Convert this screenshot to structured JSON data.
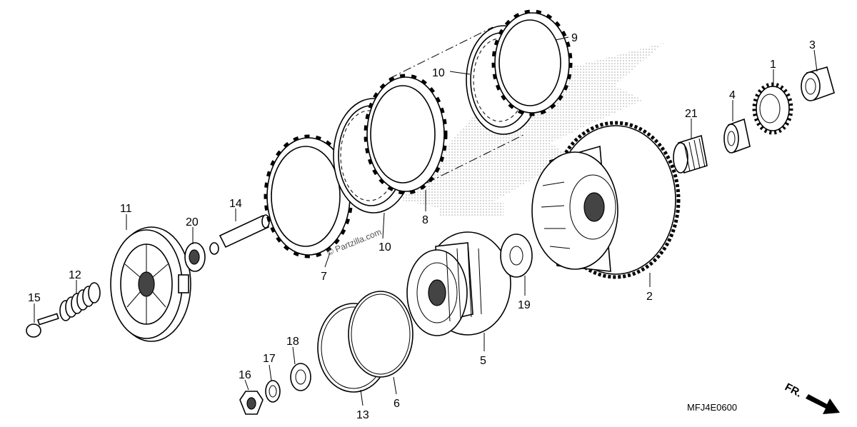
{
  "diagram": {
    "part_labels": {
      "p1": "1",
      "p2": "2",
      "p3": "3",
      "p4": "4",
      "p5": "5",
      "p6": "6",
      "p7": "7",
      "p8": "8",
      "p9": "9",
      "p10a": "10",
      "p10b": "10",
      "p11": "11",
      "p12": "12",
      "p13": "13",
      "p14": "14",
      "p15": "15",
      "p16": "16",
      "p17": "17",
      "p18": "18",
      "p19": "19",
      "p20": "20",
      "p21": "21"
    },
    "drawing_code": "MFJ4E0600",
    "watermark": "© Partzilla.com",
    "direction_label": "FR.",
    "icons": {
      "direction": "arrow-down-right-icon",
      "logo": "honda-wing-watermark"
    }
  }
}
